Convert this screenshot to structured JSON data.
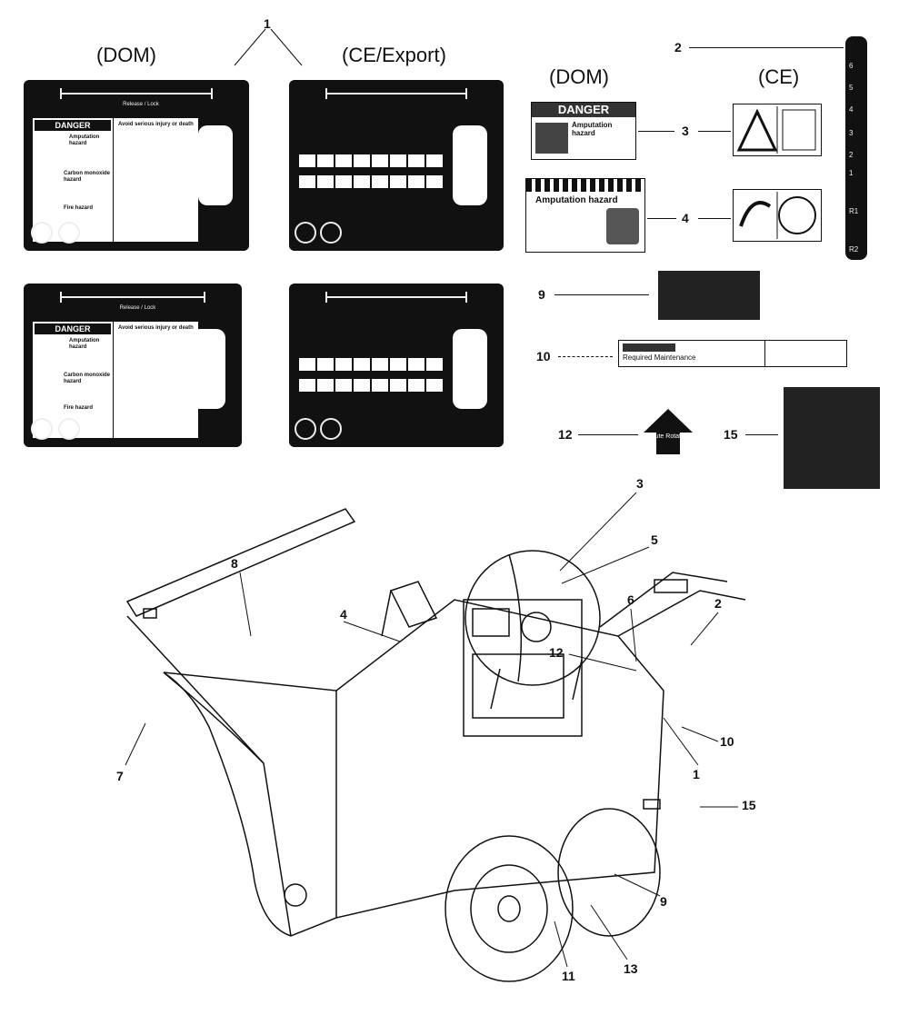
{
  "headers": {
    "dom_left": "(DOM)",
    "ce_export": "(CE/Export)",
    "dom_right": "(DOM)",
    "ce_right": "(CE)"
  },
  "callouts": {
    "c1": "1",
    "c2": "2",
    "c3": "3",
    "c4": "4",
    "c5": "5",
    "c6": "6",
    "c7": "7",
    "c8": "8",
    "c9": "9",
    "c10": "10",
    "c11": "11",
    "c12": "12",
    "c13": "13",
    "c15": "15",
    "top1": "1",
    "top2": "2",
    "top3": "3",
    "top4": "4",
    "top9": "9",
    "top10": "10",
    "top12": "12",
    "top15": "15"
  },
  "panel": {
    "release_lock": "Release / Lock",
    "danger": "DANGER",
    "amputation_hazard": "Amputation hazard",
    "carbon_monoxide": "Carbon monoxide hazard",
    "fire_hazard": "Fire hazard",
    "avoid_injury": "Avoid serious injury or death"
  },
  "speed_labels": [
    "6",
    "5",
    "4",
    "3",
    "2",
    "1",
    "R1",
    "R2"
  ],
  "decals": {
    "danger_title": "DANGER",
    "danger_sub": "Amputation hazard",
    "amp_title": "Amputation hazard",
    "maint_title": "Required Maintenance",
    "chute_label": "Chute Rotation"
  }
}
